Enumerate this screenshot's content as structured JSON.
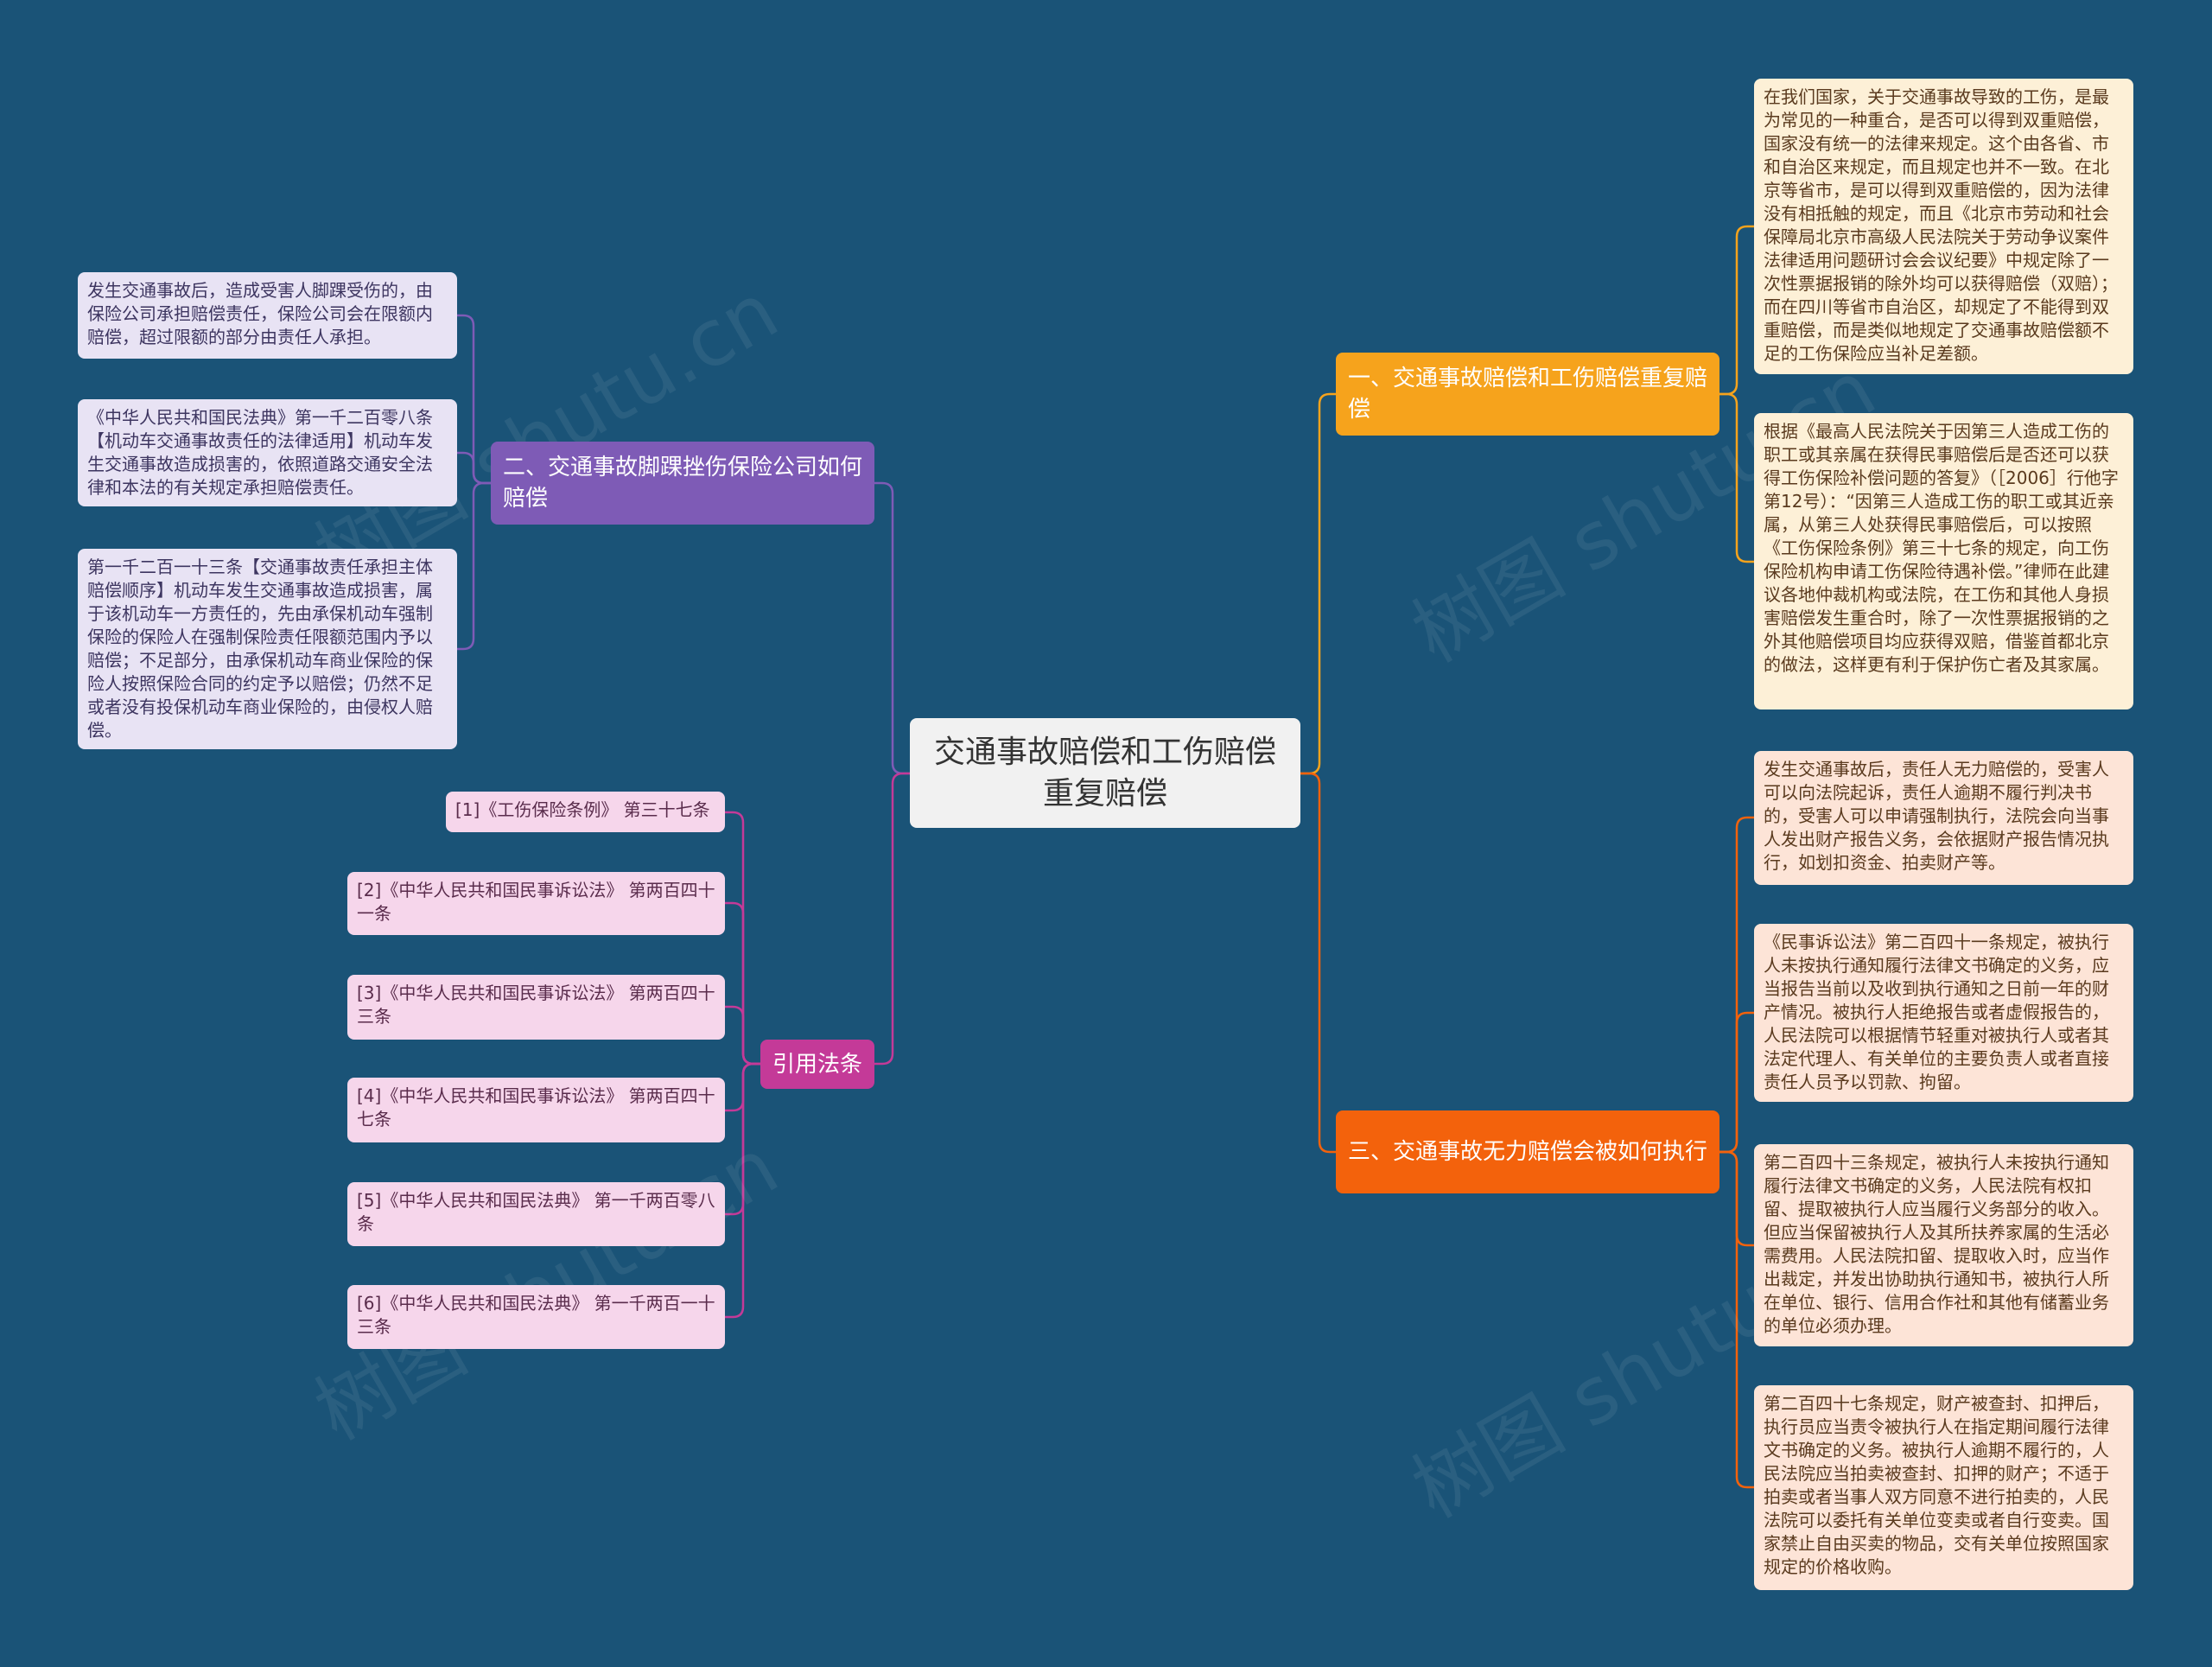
{
  "center": "交通事故赔偿和工伤赔偿重复赔偿",
  "branches": {
    "one": {
      "label": "一、交通事故赔偿和工伤赔偿重复赔偿",
      "color": "#f6a31c",
      "leaves": [
        "在我们国家，关于交通事故导致的工伤，是最为常见的一种重合，是否可以得到双重赔偿，国家没有统一的法律来规定。这个由各省、市和自治区来规定，而且规定也并不一致。在北京等省市，是可以得到双重赔偿的，因为法律没有相抵触的规定，而且《北京市劳动和社会保障局北京市高级人民法院关于劳动争议案件法律适用问题研讨会会议纪要》中规定除了一次性票据报销的除外均可以获得赔偿（双赔）；而在四川等省市自治区，却规定了不能得到双重赔偿，而是类似地规定了交通事故赔偿额不足的工伤保险应当补足差额。",
        "根据《最高人民法院关于因第三人造成工伤的职工或其亲属在获得民事赔偿后是否还可以获得工伤保险补偿问题的答复》（［2006］行他字第12号）：“因第三人造成工伤的职工或其近亲属，从第三人处获得民事赔偿后，可以按照《工伤保险条例》第三十七条的规定，向工伤保险机构申请工伤保险待遇补偿。”律师在此建议各地仲裁机构或法院，在工伤和其他人身损害赔偿发生重合时，除了一次性票据报销的之外其他赔偿项目均应获得双赔，借鉴首都北京的做法，这样更有利于保护伤亡者及其家属。"
      ]
    },
    "two": {
      "label": "二、交通事故脚踝挫伤保险公司如何赔偿",
      "color": "#7e5bb6",
      "leaves": [
        "发生交通事故后，造成受害人脚踝受伤的，由保险公司承担赔偿责任，保险公司会在限额内赔偿，超过限额的部分由责任人承担。",
        "《中华人民共和国民法典》第一千二百零八条【机动车交通事故责任的法律适用】机动车发生交通事故造成损害的，依照道路交通安全法律和本法的有关规定承担赔偿责任。",
        "第一千二百一十三条【交通事故责任承担主体赔偿顺序】机动车发生交通事故造成损害，属于该机动车一方责任的，先由承保机动车强制保险的保险人在强制保险责任限额范围内予以赔偿；不足部分，由承保机动车商业保险的保险人按照保险合同的约定予以赔偿；仍然不足或者没有投保机动车商业保险的，由侵权人赔偿。"
      ]
    },
    "three": {
      "label": "三、交通事故无力赔偿会被如何执行",
      "color": "#f3620c",
      "leaves": [
        "发生交通事故后，责任人无力赔偿的，受害人可以向法院起诉，责任人逾期不履行判决书的，受害人可以申请强制执行，法院会向当事人发出财产报告义务，会依据财产报告情况执行，如划扣资金、拍卖财产等。",
        "《民事诉讼法》第二百四十一条规定，被执行人未按执行通知履行法律文书确定的义务，应当报告当前以及收到执行通知之日前一年的财产情况。被执行人拒绝报告或者虚假报告的，人民法院可以根据情节轻重对被执行人或者其法定代理人、有关单位的主要负责人或者直接责任人员予以罚款、拘留。",
        "第二百四十三条规定，被执行人未按执行通知履行法律文书确定的义务，人民法院有权扣留、提取被执行人应当履行义务部分的收入。但应当保留被执行人及其所扶养家属的生活必需费用。人民法院扣留、提取收入时，应当作出裁定，并发出协助执行通知书，被执行人所在单位、银行、信用合作社和其他有储蓄业务的单位必须办理。",
        "第二百四十七条规定，财产被查封、扣押后，执行员应当责令被执行人在指定期间履行法律文书确定的义务。被执行人逾期不履行的，人民法院应当拍卖被查封、扣押的财产；不适于拍卖或者当事人双方同意不进行拍卖的，人民法院可以委托有关单位变卖或者自行变卖。国家禁止自由买卖的物品，交有关单位按照国家规定的价格收购。"
      ]
    },
    "refs": {
      "label": "引用法条",
      "color": "#c43a98",
      "leaves": [
        "[1]《工伤保险条例》 第三十七条",
        "[2]《中华人民共和国民事诉讼法》 第两百四十一条",
        "[3]《中华人民共和国民事诉讼法》 第两百四十三条",
        "[4]《中华人民共和国民事诉讼法》 第两百四十七条",
        "[5]《中华人民共和国民法典》 第一千两百零八条",
        "[6]《中华人民共和国民法典》 第一千两百一十三条"
      ]
    }
  },
  "watermark": "树图 shutu.cn"
}
